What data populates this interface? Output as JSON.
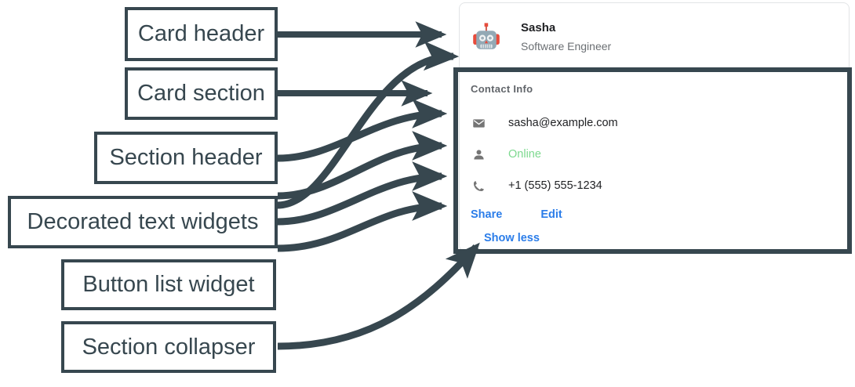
{
  "annotations": {
    "items": [
      {
        "id": "card-header",
        "label": "Card header"
      },
      {
        "id": "card-section",
        "label": "Card section"
      },
      {
        "id": "section-header",
        "label": "Section header"
      },
      {
        "id": "decorated-text",
        "label": "Decorated text widgets"
      },
      {
        "id": "button-list",
        "label": "Button list widget"
      },
      {
        "id": "section-collapser",
        "label": "Section collapser"
      }
    ],
    "color": "#37474f"
  },
  "card": {
    "header": {
      "avatar_icon": "robot-avatar-icon",
      "title": "Sasha",
      "subtitle": "Software Engineer"
    },
    "section": {
      "header": "Contact Info",
      "text_widgets": [
        {
          "icon": "email-icon",
          "text": "sasha@example.com",
          "color": "#202124"
        },
        {
          "icon": "person-icon",
          "text": "Online",
          "color": "#7dd98f"
        },
        {
          "icon": "phone-icon",
          "text": "+1 (555) 555-1234",
          "color": "#202124"
        }
      ],
      "buttons": [
        {
          "label": "Share"
        },
        {
          "label": "Edit"
        }
      ],
      "collapser": {
        "label": "Show less"
      }
    }
  },
  "colors": {
    "accent_link": "#2b7de9",
    "status_online": "#7dd98f",
    "annotation": "#37474f",
    "icon_gray": "#757575",
    "card_border": "#e2e4e6"
  }
}
